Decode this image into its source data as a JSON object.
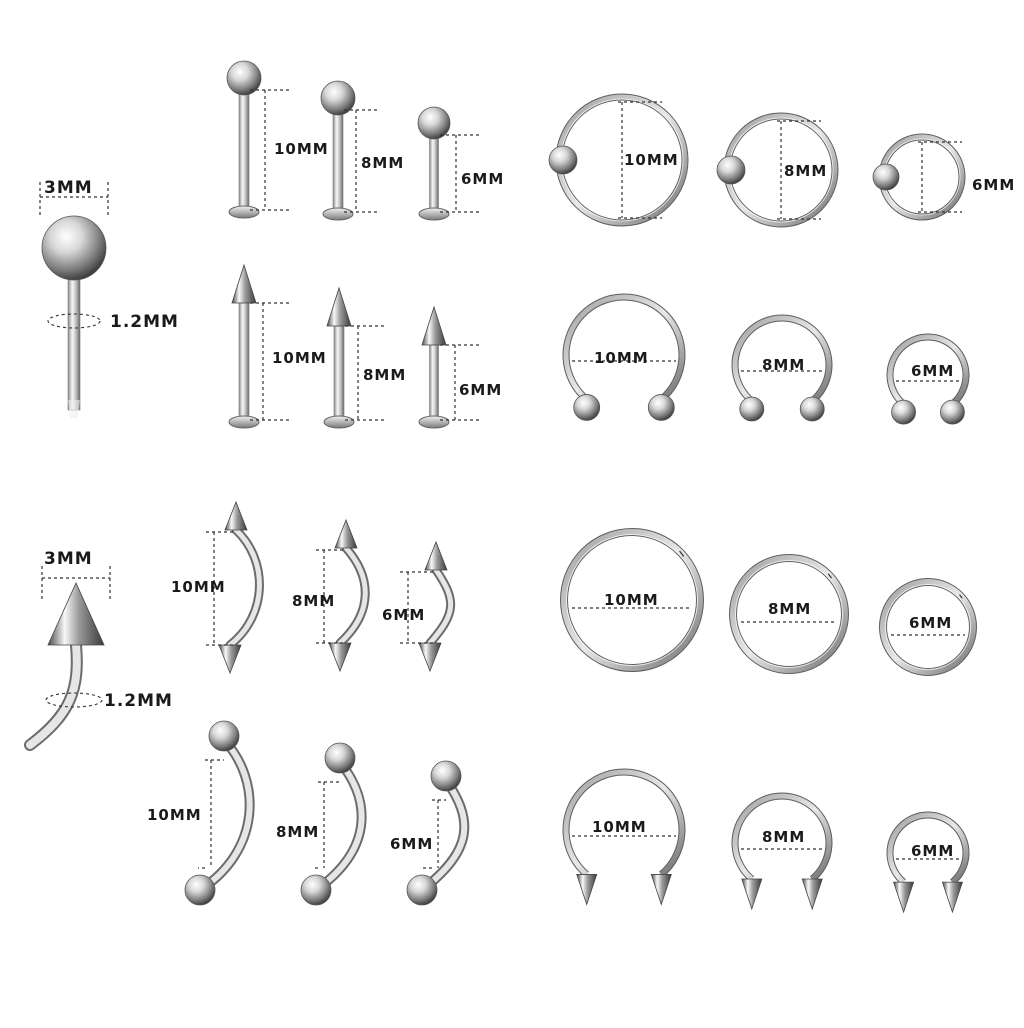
{
  "labels": {
    "ball_diameter": "3MM",
    "ball_gauge": "1.2MM",
    "spike_diameter": "3MM",
    "spike_gauge": "1.2MM",
    "labret_ball": [
      "10MM",
      "8MM",
      "6MM"
    ],
    "labret_spike": [
      "10MM",
      "8MM",
      "6MM"
    ],
    "captive_ring": [
      "10MM",
      "8MM",
      "6MM"
    ],
    "horseshoe_ball": [
      "10MM",
      "8MM",
      "6MM"
    ],
    "curved_spike": [
      "10MM",
      "8MM",
      "6MM"
    ],
    "seamless_ring": [
      "10MM",
      "8MM",
      "6MM"
    ],
    "curved_ball": [
      "10MM",
      "8MM",
      "6MM"
    ],
    "horseshoe_spike": [
      "10MM",
      "8MM",
      "6MM"
    ]
  },
  "colors": {
    "background": "#ffffff",
    "metal_light": "#f4f4f4",
    "metal_mid": "#b9b9b9",
    "metal_dark": "#5a5a5a",
    "dimension_line": "#333333",
    "text": "#1a1a1a"
  }
}
